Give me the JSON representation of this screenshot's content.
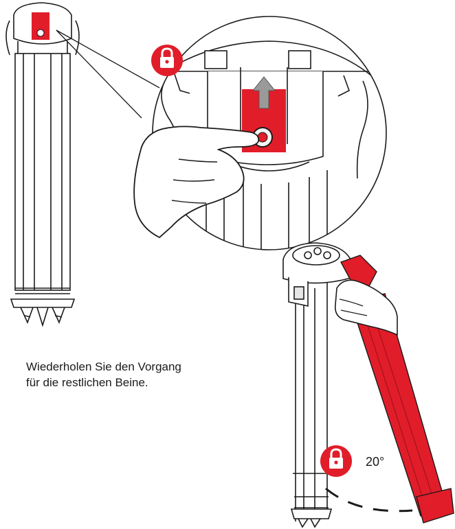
{
  "instruction": {
    "line1": "Wiederholen Sie den Vorgang",
    "line2": "für die restlichen Beine."
  },
  "angle": {
    "label": "20°"
  },
  "icons": {
    "lock": "padlock-icon"
  },
  "colors": {
    "accent": "#e11d2a",
    "line": "#1a1a1a",
    "shade": "#9a9a9a"
  }
}
